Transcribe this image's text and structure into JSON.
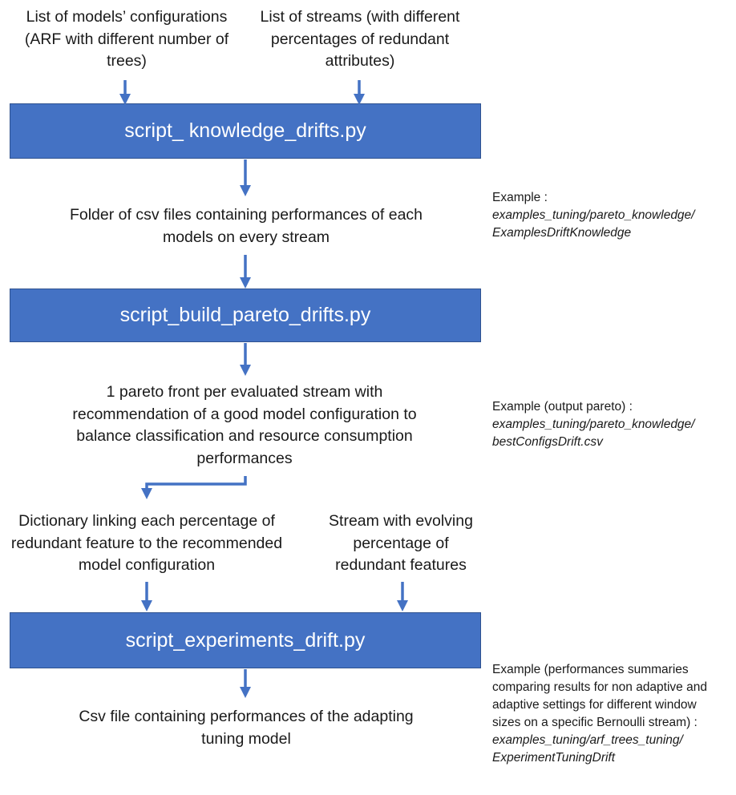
{
  "inputs": {
    "models": "List of models’ configurations (ARF with different number of trees)",
    "streams": "List of streams (with different percentages of redundant attributes)"
  },
  "steps": {
    "knowledge": "script_ knowledge_drifts.py",
    "pareto": "script_build_pareto_drifts.py",
    "experiments": "script_experiments_drift.py"
  },
  "outputs": {
    "folder": "Folder of csv files containing performances of each models on every stream",
    "pareto_front": "1 pareto front per evaluated stream with recommendation of a good model configuration to balance classification and resource consumption performances",
    "dictionary": "Dictionary linking each percentage of redundant feature to the recommended model configuration",
    "evolving_stream": "Stream with evolving percentage of redundant features",
    "csv_file": "Csv file containing performances of the adapting tuning model"
  },
  "notes": {
    "n1": {
      "label": "Example :",
      "path1": "examples_tuning/pareto_knowledge/",
      "path2": "ExamplesDriftKnowledge"
    },
    "n2": {
      "label": "Example (output pareto) :",
      "path1": "examples_tuning/pareto_knowledge/",
      "path2": "bestConfigsDrift.csv"
    },
    "n3": {
      "label": "Example (performances summaries comparing results for non adaptive and adaptive settings for different window sizes on a specific Bernoulli stream) :",
      "path1": "examples_tuning/arf_trees_tuning/",
      "path2": "ExperimentTuningDrift"
    }
  },
  "colors": {
    "box_fill": "#4472c4",
    "box_border": "#2f528f",
    "arrow": "#4472c4"
  }
}
